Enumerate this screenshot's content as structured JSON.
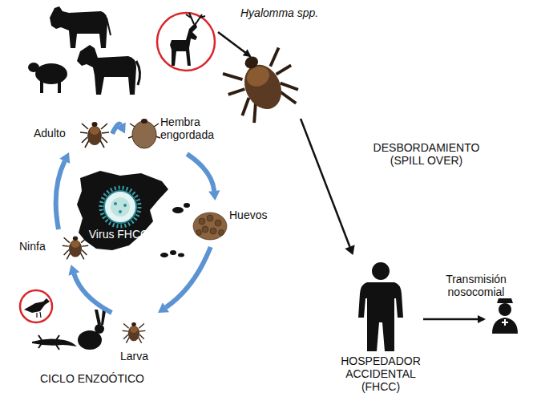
{
  "diagram": {
    "nodes": [
      {
        "text": [
          "Hyalomma spp."
        ]
      },
      {
        "text": [
          "Adulto"
        ]
      },
      {
        "text": [
          "Hembra engordada"
        ]
      },
      {
        "text": [
          "Huevos"
        ]
      },
      {
        "text": [
          "Larva"
        ]
      },
      {
        "text": [
          "Ninfa"
        ]
      },
      {
        "text": [
          "HOSPEDADOR ACCIDENTAL (FHCC)"
        ]
      }
    ],
    "edges": [
      {
        "from": 1,
        "to": 2,
        "arrow": "to"
      },
      {
        "from": 2,
        "to": 3,
        "arrow": "to"
      },
      {
        "from": 3,
        "to": 4,
        "arrow": "to"
      },
      {
        "from": 4,
        "to": 5,
        "arrow": "to"
      },
      {
        "from": 5,
        "to": 1,
        "arrow": "to"
      },
      {
        "from": 0,
        "to": 6,
        "label": "DESBORDAMIENTO (SPILL OVER)",
        "arrow": "to"
      }
    ],
    "labels": [
      "Virus FHCC",
      "CICLO ENZOÓTICO",
      "Transmisión nosocomial"
    ]
  }
}
